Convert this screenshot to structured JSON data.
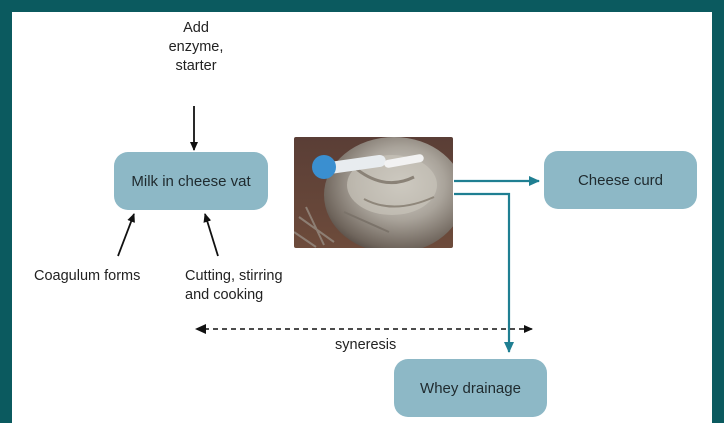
{
  "diagram": {
    "input_label": "Add\nenzyme,\nstarter",
    "vat_node": "Milk in cheese vat",
    "curd_node": "Cheese curd",
    "whey_node": "Whey drainage",
    "coagulum_label": "Coagulum forms",
    "cutting_label": "Cutting, stirring\nand cooking",
    "syneresis_label": "syneresis",
    "photo_subject": "cheese vat with stirring paddle"
  },
  "colors": {
    "frame": "#0b5a5f",
    "node_fill": "#8db8c6",
    "flow_arrow": "#1f7f92",
    "black_arrow": "#111111"
  }
}
